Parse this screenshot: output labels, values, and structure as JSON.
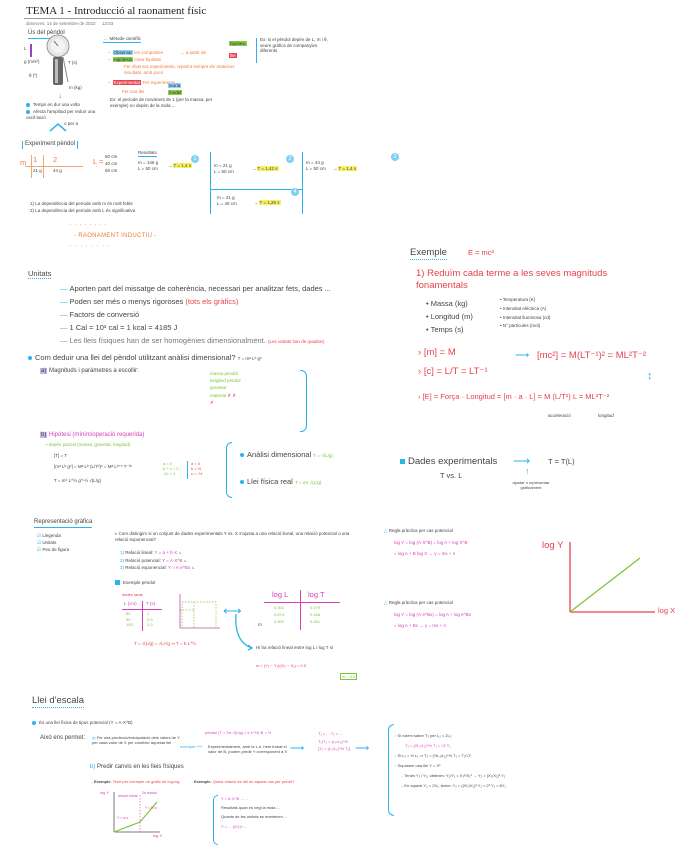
{
  "header": {
    "title": "TEMA 1 - Introducció al raonament físic",
    "date": "dimecres, 14 de setembre de 2022",
    "time": "13:53"
  },
  "pendol": {
    "heading": "Ús del pèndol",
    "labels": {
      "L": "L",
      "g": "g (m/s²)",
      "T": "T (s)",
      "theta": "θ (º)",
      "m": "m (kg)"
    },
    "bullets": [
      "Temps en dur una volta",
      "Afecta l'amplitud per reduir una oscil·lació"
    ],
    "branch_label": "o per a"
  },
  "methode": {
    "heading": "Mètode científic",
    "items": [
      {
        "tag": "Observar",
        "text": "les compostes"
      },
      {
        "tag": "Hipòtesis",
        "text": "crear hipòtesi"
      },
      {
        "tag": "Experimentar",
        "text": "Fer experiments"
      }
    ],
    "arrow_text": "→ a partir de",
    "results": [
      "hipòtesi",
      "llei"
    ],
    "note_orange": "Fer diversos experiments, repetint sempre els mateixos resultats, amb pocs",
    "note_side": "Ex: si el pèndol depèn de L, m i θ, veure gràfics de companyies diferents",
    "branch_text": "Fer una llei",
    "branch_tags": [
      "teoria",
      "model"
    ],
    "footer_note": "Ex: el període de moviment de 1 (per la massa, per exemple) no depèn de la mida ..."
  },
  "experiment": {
    "heading": "Experiment pèndol",
    "table": {
      "head": [
        "",
        "1",
        "2"
      ],
      "row_label": "m",
      "row": [
        "m g",
        "21 g",
        "44 g"
      ]
    },
    "L_values": [
      "50 cm",
      "40 cm",
      "60 cm"
    ],
    "results_label": "Resultats",
    "cases": [
      {
        "n": "1",
        "m": "m = 146 g",
        "L": "L = 50 cm",
        "result": "T = 1,4 s"
      },
      {
        "n": "2",
        "m": "m = 21 g",
        "L": "L = 50 cm",
        "result": "T = 1,42 s"
      },
      {
        "n": "3",
        "m": "m = 44 g",
        "L": "L = 50 cm",
        "result": "T = 1,4 s"
      },
      {
        "n": "4",
        "m": "m = 21 g",
        "L": "L = 40 cm",
        "result": "T = 1,26 s"
      }
    ],
    "conclusions": [
      "1) La dependència del període amb m és molt feble",
      "2) La dependència del període amb L és significativa"
    ],
    "reasoning": "RAONAMENT INDUCTIU"
  },
  "unitats": {
    "heading": "Unitats",
    "items": [
      "Aporten part del missatge de coherència, necessari per analitzar fets, dades ...",
      "Poden ser més o menys rigoroses",
      "Factors de conversió",
      "1 Cal = 10³ cal = 1 kcal = 4185 J",
      "Les lleis físiques han de ser homogènies dimensionalment."
    ],
    "items_red": [
      "(tots els gràfics)",
      "(Les unitats han de quadrar)"
    ]
  },
  "analisi": {
    "question": "Com deduir una llei del pèndol utilitzant anàlisi dimensional?",
    "formula_q": "T = mᵃ Lᵇ gᶜ",
    "a_label": "a)",
    "a_text": "Magnituds i paràmetres a escollir:",
    "a_options": [
      "massa pèndol",
      "longitud pèndol",
      "gravetat",
      "material"
    ],
    "b_label": "b)",
    "b_text": "Hipòtesi (mínim/operació requerida)",
    "b_sub": "depèn parcial (massa, gravetat, longitud)",
    "eq1": "[T] = T",
    "eq2": "[mᵃ Lᵇ gᶜ] = Mᵃ Lᵇ (L/T²)ᶜ = Mᵃ Lᵇ⁺ᶜ T⁻²ᶜ",
    "eq3": "T = m⁰ L^½ g^-½ √(L/g)",
    "system": [
      "a = 0",
      "b + c = 0",
      "-2c = 1"
    ],
    "solutions": [
      "a = 0",
      "b = ½",
      "c = -½"
    ],
    "result1_label": "Anàlisi dimensional",
    "result1": "T = √(L/g)",
    "result2_label": "Llei física real",
    "result2": "T = 2π √(L/g)"
  },
  "exemple": {
    "heading": "Exemple",
    "formula": "E = mc²",
    "step1": "1) Reduïm cada terme a les seves magnituds fonamentals",
    "col1": [
      "Massa (kg)",
      "Longitud (m)",
      "Temps (s)"
    ],
    "col2": [
      "Temperatura (K)",
      "Intensitat elèctrica (A)",
      "Intensitat lluminosa (cd)",
      "N° partícules (mol)"
    ],
    "eqs": [
      "[m] = M",
      "[c] = L/T = LT⁻¹",
      "[E] = Força · Longitud = [m · a · L] = M (L/T²) L = ML²T⁻²"
    ],
    "eq_mc2": "[mc²] = M(LT⁻¹)² = ML²T⁻²",
    "annot": [
      "acceleració",
      "longitud"
    ]
  },
  "dades": {
    "label": "Dades experimentals",
    "sub": "T vs. L",
    "arrow_to": "T = T(L)",
    "arrow_note": "ajustar o representar gràficament"
  },
  "representacio": {
    "heading": "Representació gràfica",
    "checklist": [
      "Llegenda",
      "Unitats",
      "Peu de figura"
    ],
    "question": "Com distingim si un conjunt de dades experimentals Y vs. X s'ajusta a una relació lineal, una relació potencial o una relació exponencial?",
    "types": [
      {
        "n": "1)",
        "label": "Relació lineal",
        "f": "Y = a + b·X"
      },
      {
        "n": "2)",
        "label": "Relació potencial",
        "f": "Y = A·X^B"
      },
      {
        "n": "3)",
        "label": "Relació exponencial",
        "f": "Y = A·e^Bx"
      }
    ],
    "example_label": "Exemple pèndol",
    "table_head": [
      "L (cm)",
      "T (s)"
    ],
    "table_rows": [
      [
        "80",
        "1"
      ],
      [
        "50",
        "0.9"
      ],
      [
        "100",
        "2.0"
      ]
    ],
    "table_title": "dades taula",
    "log_head": [
      "log L",
      "log T"
    ],
    "log_rows": [
      [
        "0.301",
        "0.079"
      ],
      [
        "0.574",
        "0.168"
      ],
      [
        "0.900",
        "0.301"
      ]
    ],
    "m_label": "m",
    "formula_red": "T = √(L/g) = √L/√g ⇒ T = k·L^½",
    "linear_note": "Hi ha relació lineal entre log L i log T si",
    "slope": "m = (Y₂ − Y₁)/(X₂ − X₁) = 0.5",
    "boxed": "m = 0.5"
  },
  "regles": {
    "r1_title": "Regla pràctica per cas potencial",
    "r1_eq1": "log Y = log (A·X^B) = log A + log X^B",
    "r1_eq2": "= log A + B log X → y = mx + n",
    "r2_title": "Regla pràctica per cas potencial",
    "r2_eq1": "log Y = log (A·e^Bx) = log A + log e^Bx",
    "r2_eq2": "= log A + Bx → y = mx + n"
  },
  "graph": {
    "ylabel": "log Y",
    "xlabel": "log X"
  },
  "lleis": {
    "heading": "Llei d'escala",
    "intro": "És una llei física de tipus potencial (Y = A·X^B)",
    "used_for": "Això ens permet:",
    "a": "a)",
    "a_text": "Fer una predicció/extrapolació dels valors de Y per cada valor de X per conèixer aquesta llei",
    "arrow_mid": "exemple",
    "a_result": "Experimentalment, amb la L.e. hem trobat el valor de B, podem predir Y corresponent a X",
    "pink_top": "pèndol (T = 2π √(L/g) = k·L^½)   B = ½",
    "pink_right": [
      "T₁ = ...  T₂ = ...",
      "T₂/T₁ = (L₂/L₁)^½",
      "[T₂ = (L₂/L₁)^½ T₁]"
    ],
    "b": "b)",
    "b_text": "Predir canvis en les lleis físiques",
    "ex1_label": "Exemple",
    "ex1_text": "Tenir per exemple un gràfic de log-log",
    "ex2_label": "Exemple",
    "ex2_text": "Quina relació és útil en aquest cas per predir?",
    "chart_labels": [
      "log Y",
      "log X",
      "relació lineal",
      "2a relació",
      "Y = a·x",
      "Y = b·x²"
    ],
    "sub_items": [
      "Y = A·X^B → ...",
      "Resultats quan es vegi la mida ...",
      "Quants de les unitats es mantenen ...",
      "Y = ... (2/1)^... "
    ],
    "right_items": [
      "Si volem saber T₂ per L₂ = 2L₁:",
      "T₂ = (2L₁/L₁)^½ T₁ = √2 T₁",
      "Si L₂ = ½ L₁ ⇒ T₂ = (½L₁/L₁)^½ T₁ = T₁/√2",
      "Suposem una llei Y = X³",
      "Tenim Y₁ i Y₂, obtenim: Y₂/Y₁ = X₂³/X₁³ → Y₂ = (X₂/X₁)³ Y₁",
      "En aquest Y₂ = 2X₁, tenim: Y₂ = (2X₁/X₁)³ Y₁ = 2³ Y₁ = 8Y₁"
    ]
  }
}
